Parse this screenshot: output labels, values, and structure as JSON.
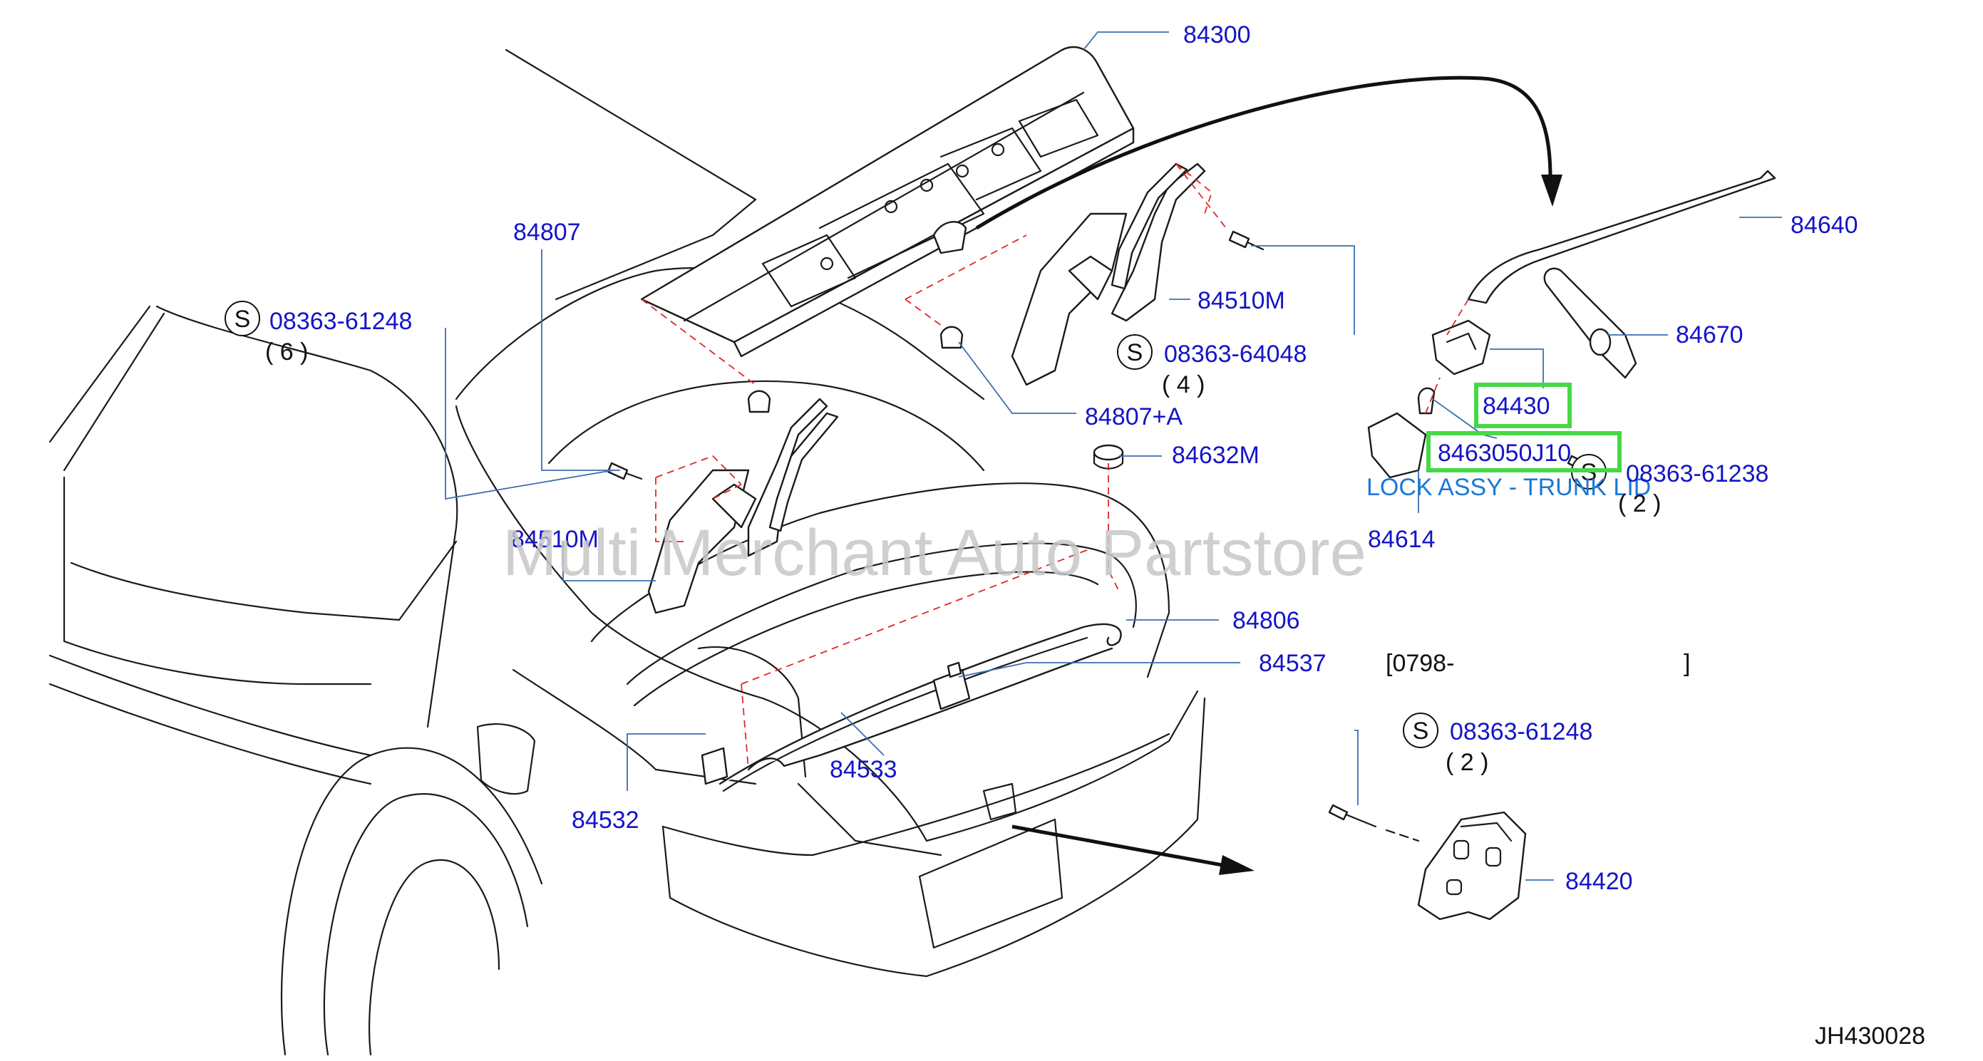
{
  "diagram": {
    "watermark": "Multi Merchant Auto Partstore",
    "code": "JH430028",
    "date_range": "[0798-",
    "date_close": "]",
    "screw_symbol": "S",
    "labels": {
      "p84300": "84300",
      "p84640": "84640",
      "p84807": "84807",
      "p84510m_right": "84510M",
      "p84670": "84670",
      "screw_61248_top": "08363-61248",
      "screw_61248_top_qty": "( 6 )",
      "screw_64048": "08363-64048",
      "screw_64048_qty": "( 4 )",
      "p84430": "84430",
      "p84807a": "84807+A",
      "p84632m": "84632M",
      "p8463050j10": "8463050J10",
      "lock_assy": "LOCK ASSY - TRUNK LID",
      "screw_61238": "08363-61238",
      "screw_61238_qty": "( 2 )",
      "p84614": "84614",
      "p84510m_left": "84510M",
      "p84806": "84806",
      "p84537": "84537",
      "screw_61248_bottom": "08363-61248",
      "screw_61248_bottom_qty": "( 2 )",
      "p84533": "84533",
      "p84532": "84532",
      "p84420": "84420"
    },
    "highlight_color": "#46d846",
    "label_color": "#1414c8",
    "caption_color": "#1a78d8",
    "guide_color": "#e0262a"
  }
}
